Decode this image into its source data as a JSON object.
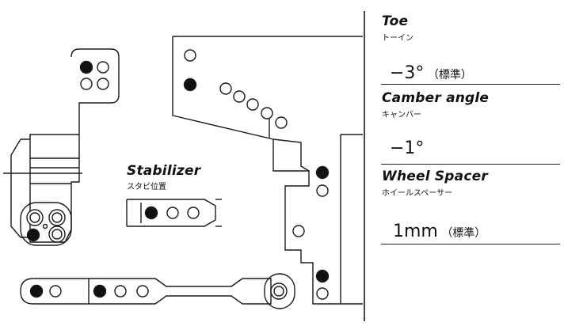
{
  "stabilizer": {
    "title": "Stabilizer",
    "subtitle": "スタビ位置"
  },
  "settings": [
    {
      "title": "Toe",
      "subtitle": "トーイン",
      "value": "−3°",
      "note": "（標準）"
    },
    {
      "title": "Camber angle",
      "subtitle": "キャンバー",
      "value": "−1°",
      "note": ""
    },
    {
      "title": "Wheel Spacer",
      "subtitle": "ホイールスペーサー",
      "value": "1mm",
      "note": "（標準）"
    }
  ]
}
